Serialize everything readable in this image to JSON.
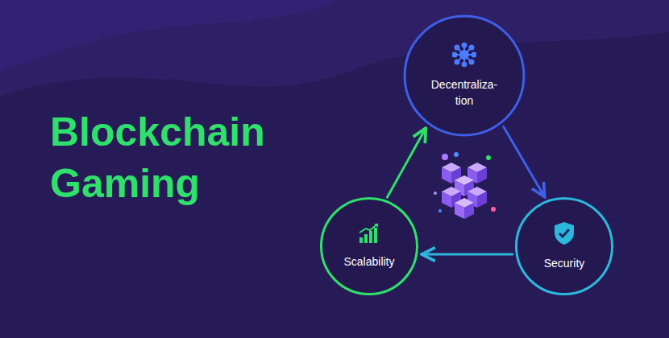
{
  "diagram": {
    "title": "Blockchain Gaming",
    "nodes": [
      {
        "text": [
          "Decentraliza- tion"
        ]
      },
      {
        "text": [
          "Scalability"
        ]
      },
      {
        "text": [
          "Security"
        ]
      }
    ],
    "edges": [
      {
        "from": 1,
        "to": 0,
        "arrow": "to"
      },
      {
        "from": 0,
        "to": 2,
        "arrow": "to"
      },
      {
        "from": 2,
        "to": 1,
        "arrow": "to"
      }
    ]
  }
}
